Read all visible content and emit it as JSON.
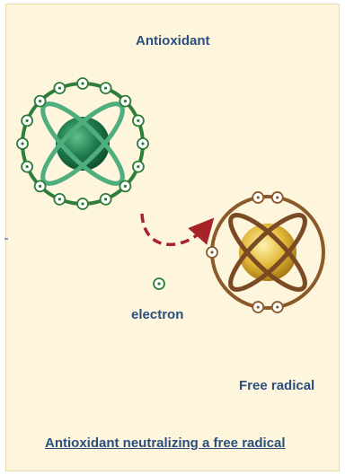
{
  "labels": {
    "antioxidant": "Antioxidant",
    "electron": "electron",
    "free_radical": "Free radical",
    "caption": "Antioxidant neutralizing a free radical"
  },
  "colors": {
    "background": "#fdf5dc",
    "label_text": "#2b4f7e",
    "antioxidant_ring": "#2e7d3a",
    "antioxidant_nucleus": "#1f7a4c",
    "free_radical_ring": "#8b5a2b",
    "free_radical_nucleus": "#e3b93a",
    "transfer_arrow": "#a8222a"
  },
  "antioxidant_electron_count": 16,
  "free_radical_electron_count": 5
}
